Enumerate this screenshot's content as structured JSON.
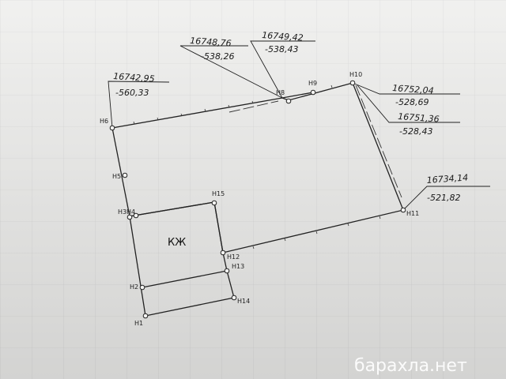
{
  "zone_label": "КЖ",
  "points": [
    "Н1",
    "Н2",
    "Н3",
    "Н4",
    "Н5",
    "Н6",
    "Н8",
    "Н9",
    "Н10",
    "Н11",
    "Н12",
    "Н13",
    "Н14",
    "Н15"
  ],
  "coordinates": [
    {
      "top": "16742,95",
      "bottom": "-560,33"
    },
    {
      "top": "16748,76",
      "bottom": "-538,26"
    },
    {
      "top": "16749,42",
      "bottom": "-538,43"
    },
    {
      "top": "16752,04",
      "bottom": "-528,69"
    },
    {
      "top": "16751,36",
      "bottom": "-528,43"
    },
    {
      "top": "16734,14",
      "bottom": "-521,82"
    }
  ],
  "watermark": "барахла.нет"
}
